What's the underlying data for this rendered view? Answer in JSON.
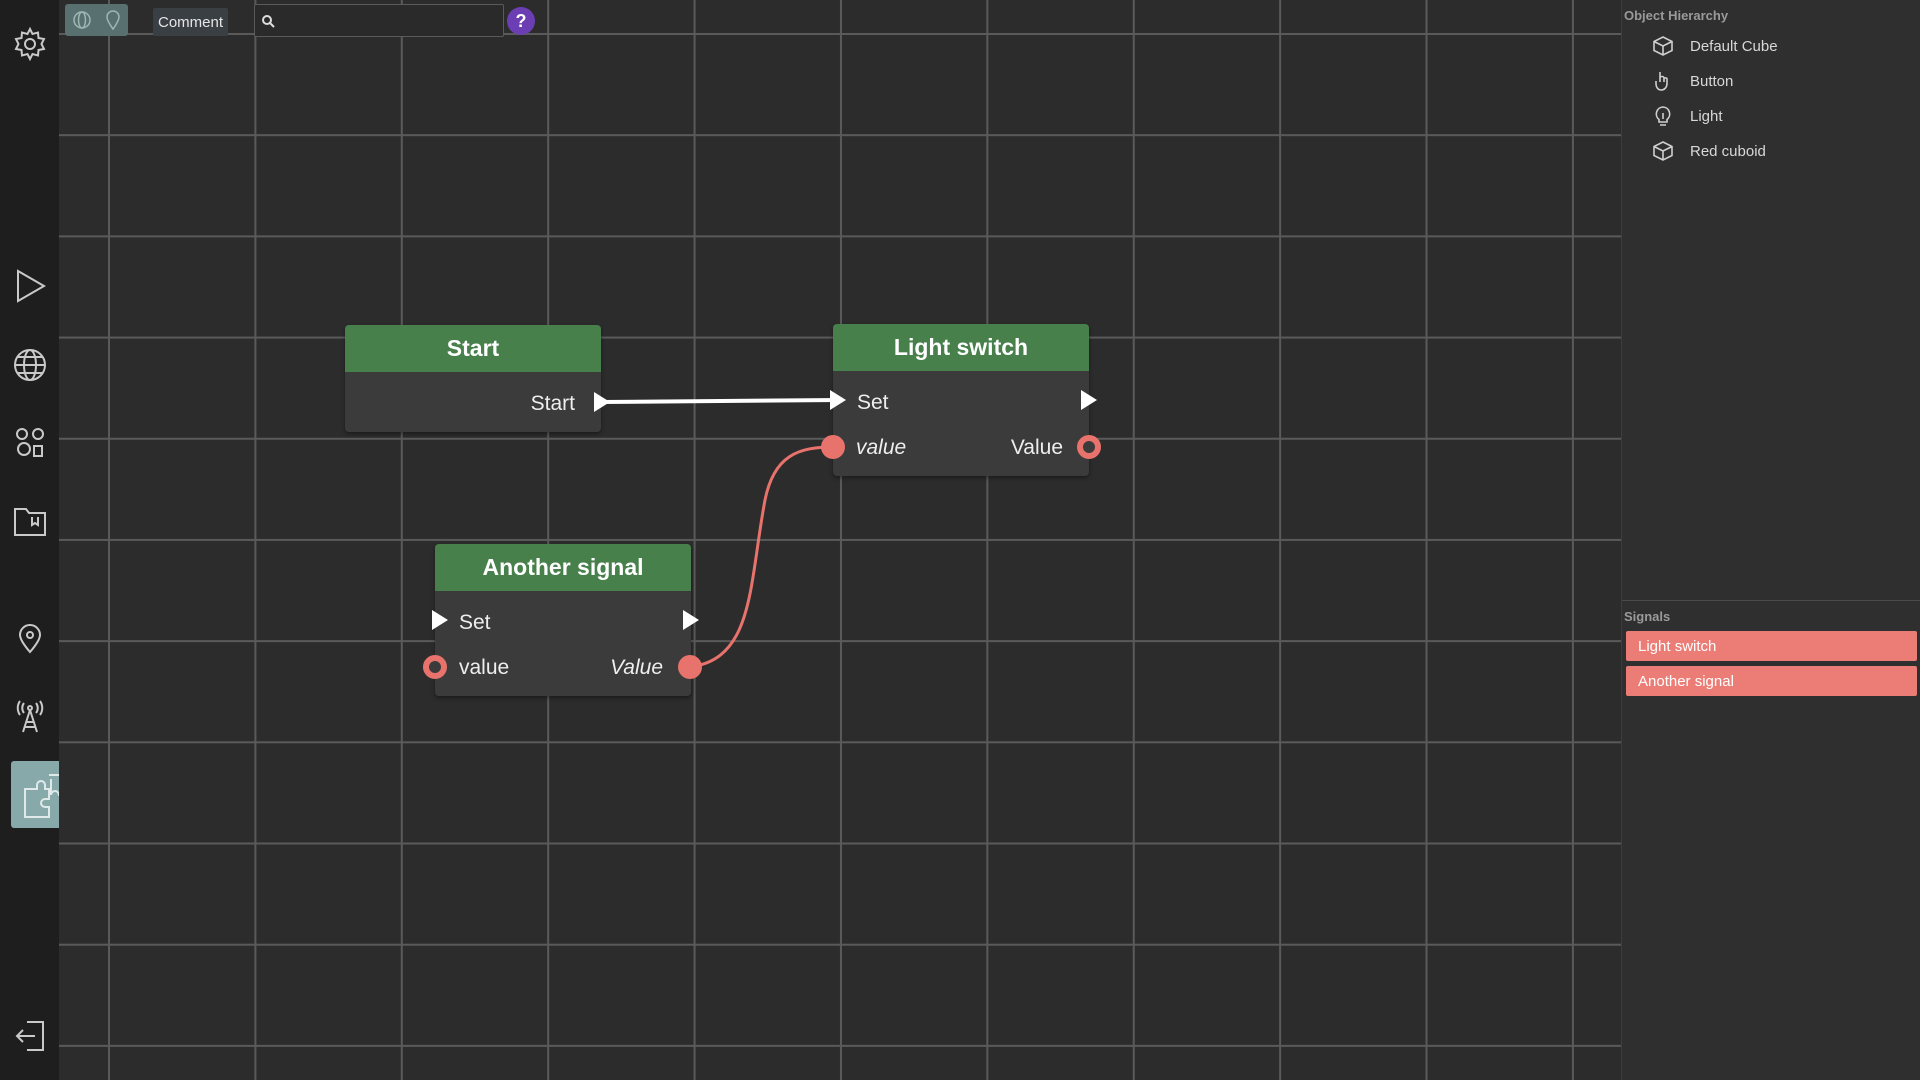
{
  "toolbar": {
    "comment_label": "Comment",
    "search_placeholder": "",
    "help_label": "?"
  },
  "nodes": {
    "start": {
      "title": "Start",
      "out_label": "Start"
    },
    "light_switch": {
      "title": "Light switch",
      "in_exec_label": "Set",
      "in_value_label": "value",
      "out_value_label": "Value"
    },
    "another_signal": {
      "title": "Another signal",
      "in_exec_label": "Set",
      "in_value_label": "value",
      "out_value_label": "Value"
    }
  },
  "hierarchy": {
    "title": "Object Hierarchy",
    "items": [
      {
        "label": "Default Cube",
        "icon": "cube-icon"
      },
      {
        "label": "Button",
        "icon": "hand-icon"
      },
      {
        "label": "Light",
        "icon": "bulb-icon"
      },
      {
        "label": "Red cuboid",
        "icon": "cube-icon"
      }
    ]
  },
  "signals": {
    "title": "Signals",
    "items": [
      "Light switch",
      "Another signal"
    ]
  },
  "colors": {
    "node_header": "#47804b",
    "data_port": "#e8736c",
    "signal_bg": "#ec7d76",
    "help_button": "#6b3fb3",
    "active_tool": "#88a9aa"
  }
}
